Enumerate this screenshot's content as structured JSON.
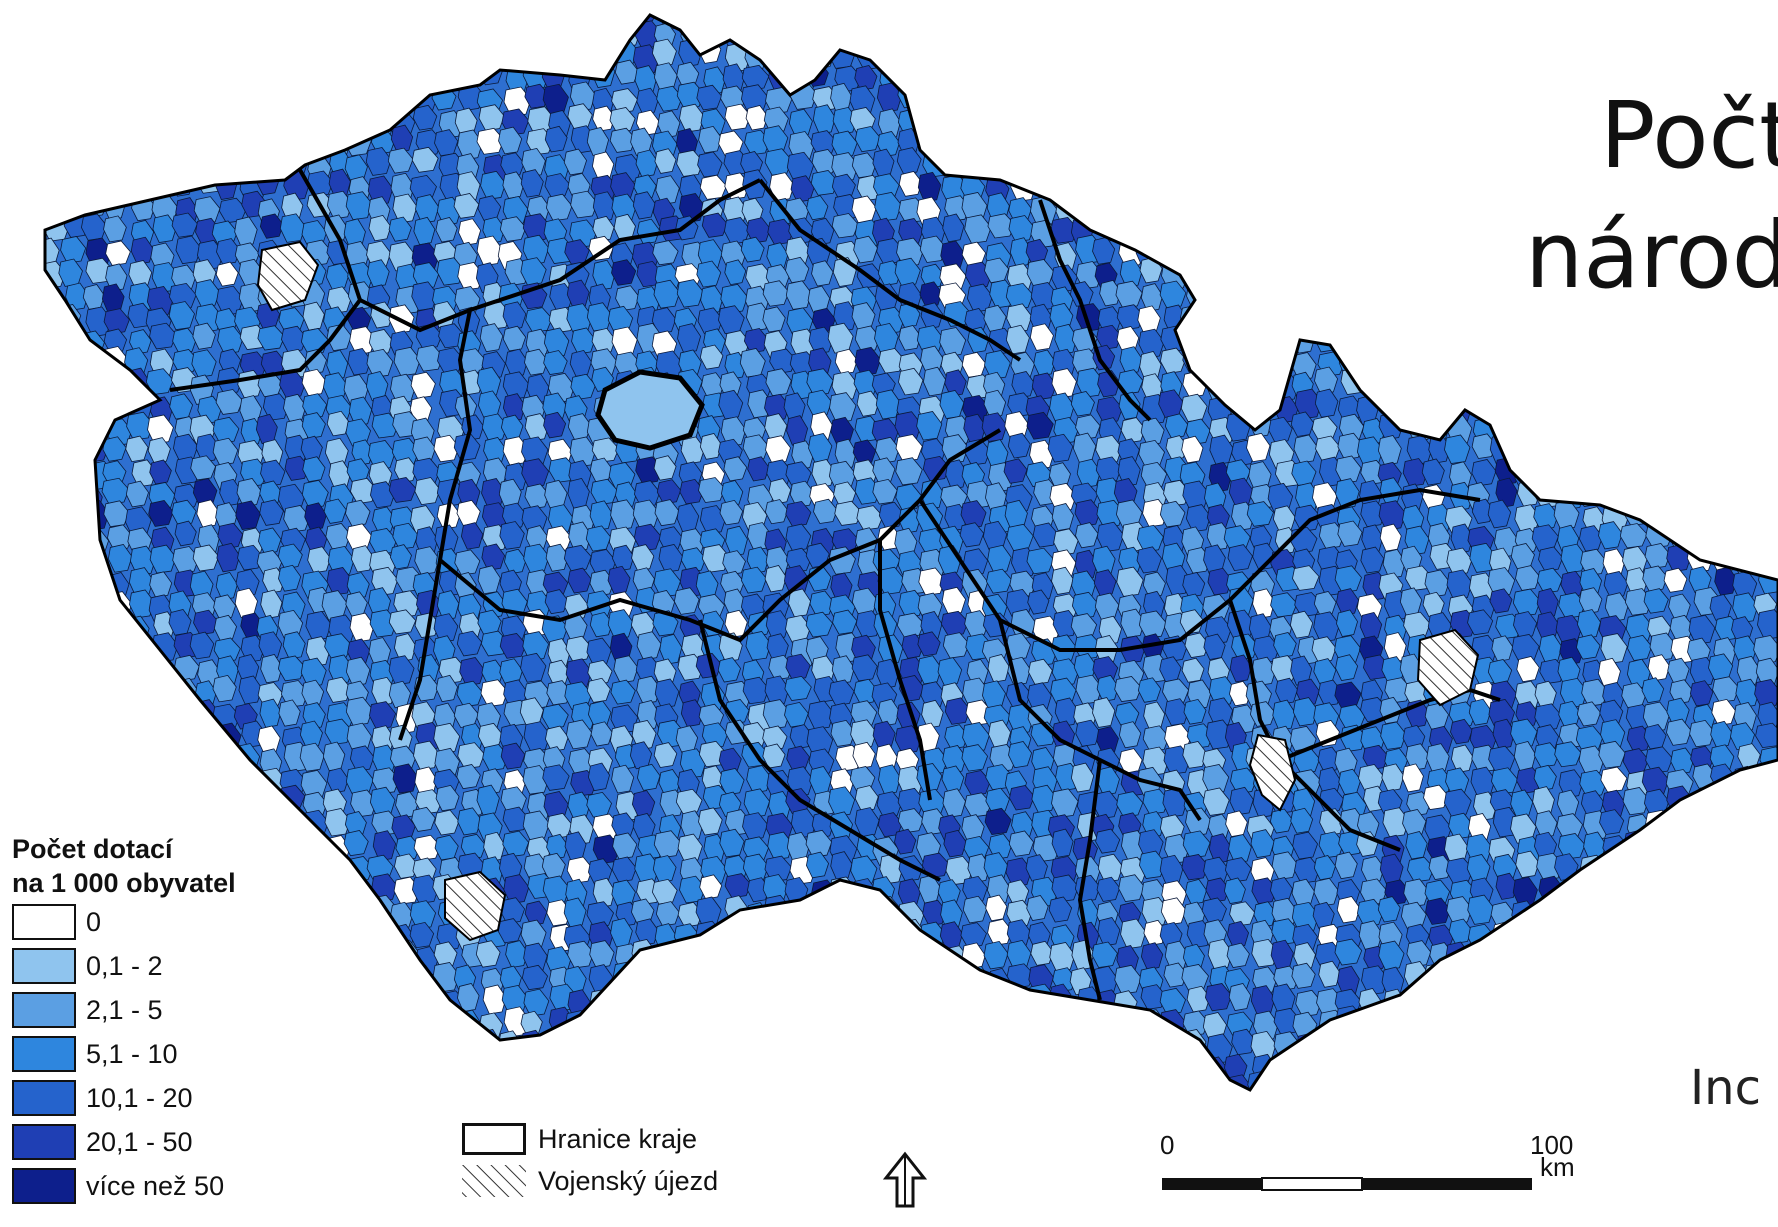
{
  "title": {
    "line1": "Počt",
    "line2": "národ"
  },
  "footer_text": "Inc",
  "legend": {
    "title_line1": "Počet dotací",
    "title_line2": "na 1 000 obyvatel",
    "classes": [
      {
        "label": "0",
        "color": "#ffffff"
      },
      {
        "label": "0,1 - 2",
        "color": "#8fc4ee"
      },
      {
        "label": "2,1 - 5",
        "color": "#5b9fe3"
      },
      {
        "label": "5,1 - 10",
        "color": "#2e86de"
      },
      {
        "label": "10,1 - 20",
        "color": "#2563cc"
      },
      {
        "label": "20,1 - 50",
        "color": "#1f3fb4"
      },
      {
        "label": "více než 50",
        "color": "#0d1f8c"
      }
    ]
  },
  "legend2": {
    "region_border": "Hranice kraje",
    "military_area": "Vojenský újezd"
  },
  "scale": {
    "start": "0",
    "end": "100",
    "unit": "km"
  },
  "north_icon": "north-arrow-icon",
  "colors": {
    "border": "#111111",
    "outline": "#000000"
  }
}
